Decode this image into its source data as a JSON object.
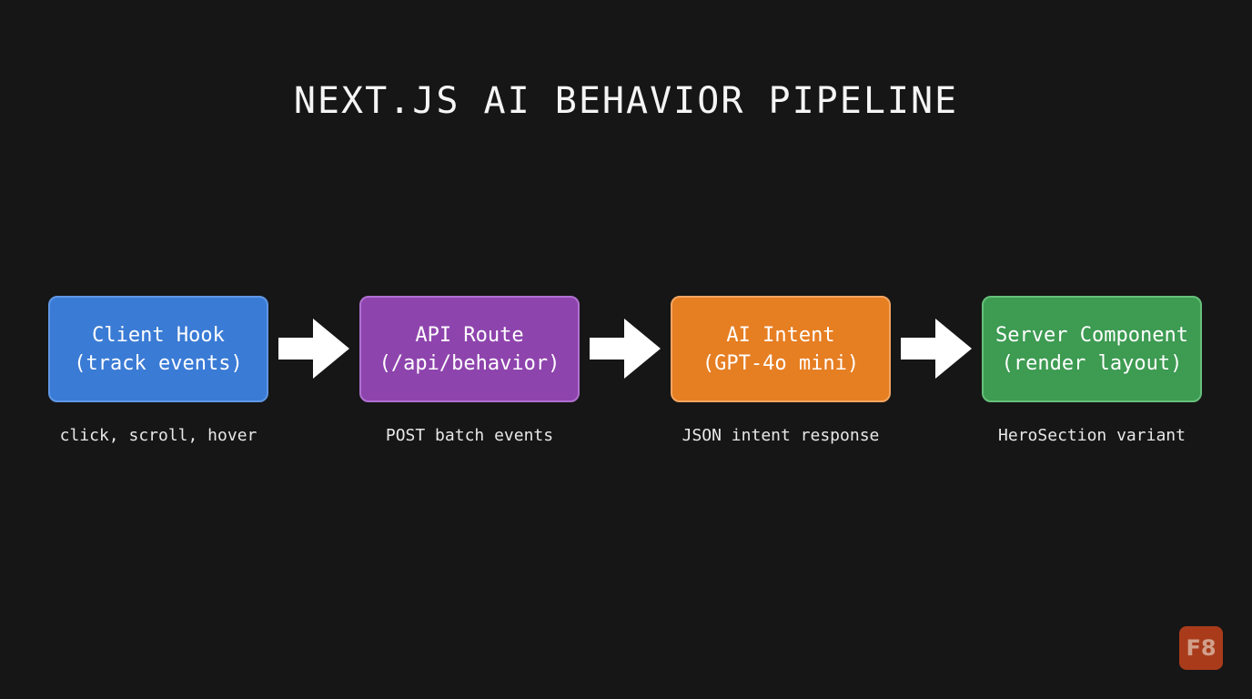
{
  "title": "NEXT.JS AI BEHAVIOR PIPELINE",
  "stages": [
    {
      "line1": "Client Hook",
      "line2": "(track events)",
      "caption": "click, scroll, hover",
      "color": "#3a7bd5",
      "border": "#5f97e6"
    },
    {
      "line1": "API Route",
      "line2": "(/api/behavior)",
      "caption": "POST batch events",
      "color": "#8e44ad",
      "border": "#b070d0"
    },
    {
      "line1": "AI Intent",
      "line2": "(GPT-4o mini)",
      "caption": "JSON intent response",
      "color": "#e67e22",
      "border": "#f4a560"
    },
    {
      "line1": "Server Component",
      "line2": "(render layout)",
      "caption": "HeroSection variant",
      "color": "#3d9b52",
      "border": "#66c07a"
    }
  ],
  "arrow_icon": "right-arrow-icon",
  "logo": {
    "text": "F8"
  }
}
